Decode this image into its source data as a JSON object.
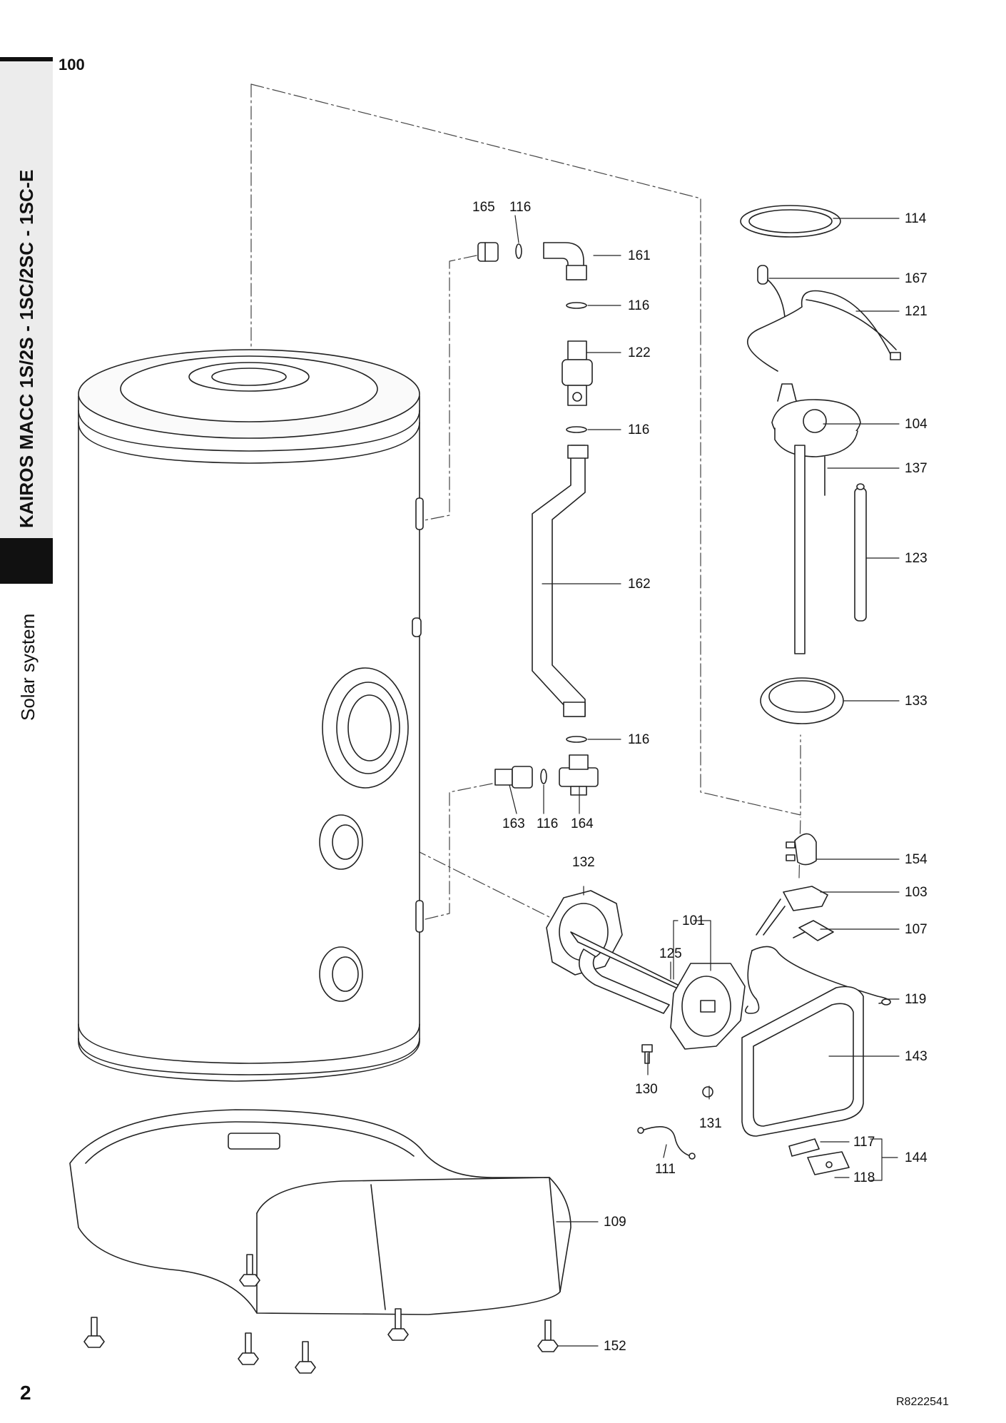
{
  "header": {
    "model_title": "KAIROS MACC 1S/2S - 1SC/2SC - 1SC-E",
    "section": "Solar system",
    "page_number_top": "100",
    "page_number_bottom": "2",
    "document_code": "R8222541"
  },
  "diagram": {
    "type": "exploded-parts-view",
    "part_labels": {
      "p100": "100",
      "p165": "165",
      "p116a": "116",
      "p161": "161",
      "p116b": "116",
      "p122": "122",
      "p116c": "116",
      "p162": "162",
      "p116d": "116",
      "p163": "163",
      "p116e": "116",
      "p164": "164",
      "p114": "114",
      "p167": "167",
      "p121": "121",
      "p104": "104",
      "p137": "137",
      "p123": "123",
      "p133": "133",
      "p154": "154",
      "p103": "103",
      "p107": "107",
      "p132": "132",
      "p101": "101",
      "p125": "125",
      "p119": "119",
      "p143": "143",
      "p130": "130",
      "p131": "131",
      "p117": "117",
      "p144": "144",
      "p118": "118",
      "p111": "111",
      "p109": "109",
      "p152": "152"
    }
  }
}
